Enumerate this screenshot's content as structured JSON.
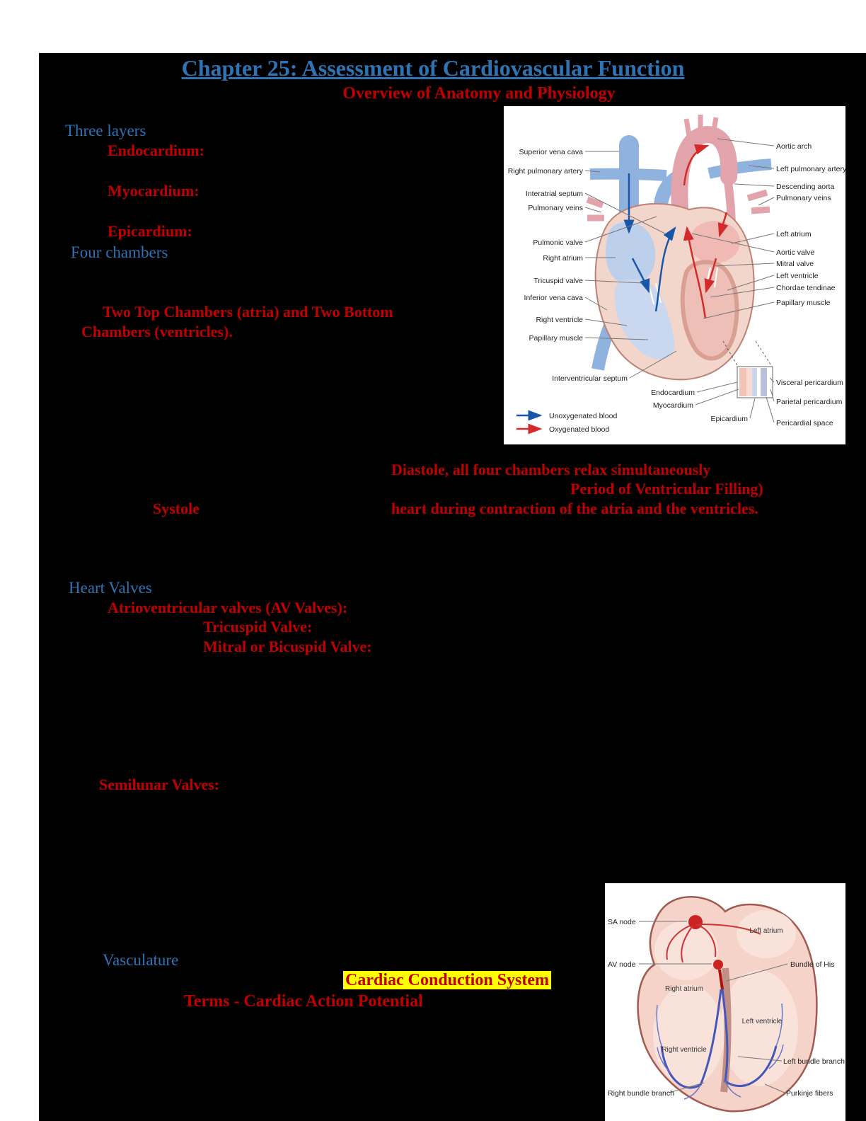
{
  "doc": {
    "title": "Chapter 25: Assessment of Cardiovascular Function",
    "subtitle": "Overview of Anatomy and Physiology",
    "three_layers_heading": "Three layers",
    "endocardium": "Endocardium:",
    "myocardium": "Myocardium:",
    "epicardium": "Epicardium:",
    "four_chambers_heading": "Four chambers",
    "chambers_line1": "Two Top Chambers (atria) and Two Bottom",
    "chambers_line2": "Chambers (ventricles).",
    "diastole_line": "Diastole, all four chambers relax simultaneously",
    "ventricular_filling": "Period of Ventricular Filling)",
    "systole": "Systole",
    "systole_desc": "heart during contraction of the atria and the ventricles.",
    "heart_valves_heading": "Heart Valves",
    "av_valves": "Atrioventricular valves (AV Valves):",
    "tricuspid": "Tricuspid Valve:",
    "mitral": "Mitral or Bicuspid Valve:",
    "semilunar": "Semilunar Valves:",
    "vasculature_heading": "Vasculature",
    "conduction_heading": "Cardiac Conduction System",
    "terms_heading": "Terms - Cardiac Action Potential"
  },
  "colors": {
    "accent_blue": "#2E74B5",
    "accent_red": "#C00000",
    "highlight_yellow": "#FFFF00",
    "unoxygenated_blue": "#1a56a8",
    "oxygenated_red": "#d42a2a"
  },
  "heart_diagram": {
    "left_labels": [
      "Superior vena cava",
      "Right pulmonary artery",
      "Interatrial septum",
      "Pulmonary veins",
      "Pulmonic valve",
      "Right atrium",
      "Tricuspid valve",
      "Inferior vena cava",
      "Right ventricle",
      "Papillary muscle",
      "Interventricular septum",
      "Endocardium",
      "Myocardium",
      "Epicardium"
    ],
    "right_labels": [
      "Aortic arch",
      "Left pulmonary artery",
      "Descending aorta",
      "Pulmonary veins",
      "Left atrium",
      "Aortic valve",
      "Mitral valve",
      "Left ventricle",
      "Chordae tendinae",
      "Papillary muscle",
      "Visceral pericardium",
      "Parietal pericardium",
      "Pericardial space"
    ],
    "legend": [
      {
        "label": "Unoxygenated blood",
        "color": "#1a56a8"
      },
      {
        "label": "Oxygenated blood",
        "color": "#d42a2a"
      }
    ]
  },
  "conduction_diagram": {
    "labels": {
      "sa_node": "SA node",
      "av_node": "AV node",
      "right_atrium": "Right atrium",
      "left_atrium": "Left atrium",
      "right_ventricle": "Right ventricle",
      "left_ventricle": "Left ventricle",
      "bundle_of_his": "Bundle of His",
      "left_bundle_branch": "Left bundle branch",
      "right_bundle_branch": "Right bundle branch",
      "purkinje_fibers": "Purkinje fibers"
    }
  }
}
